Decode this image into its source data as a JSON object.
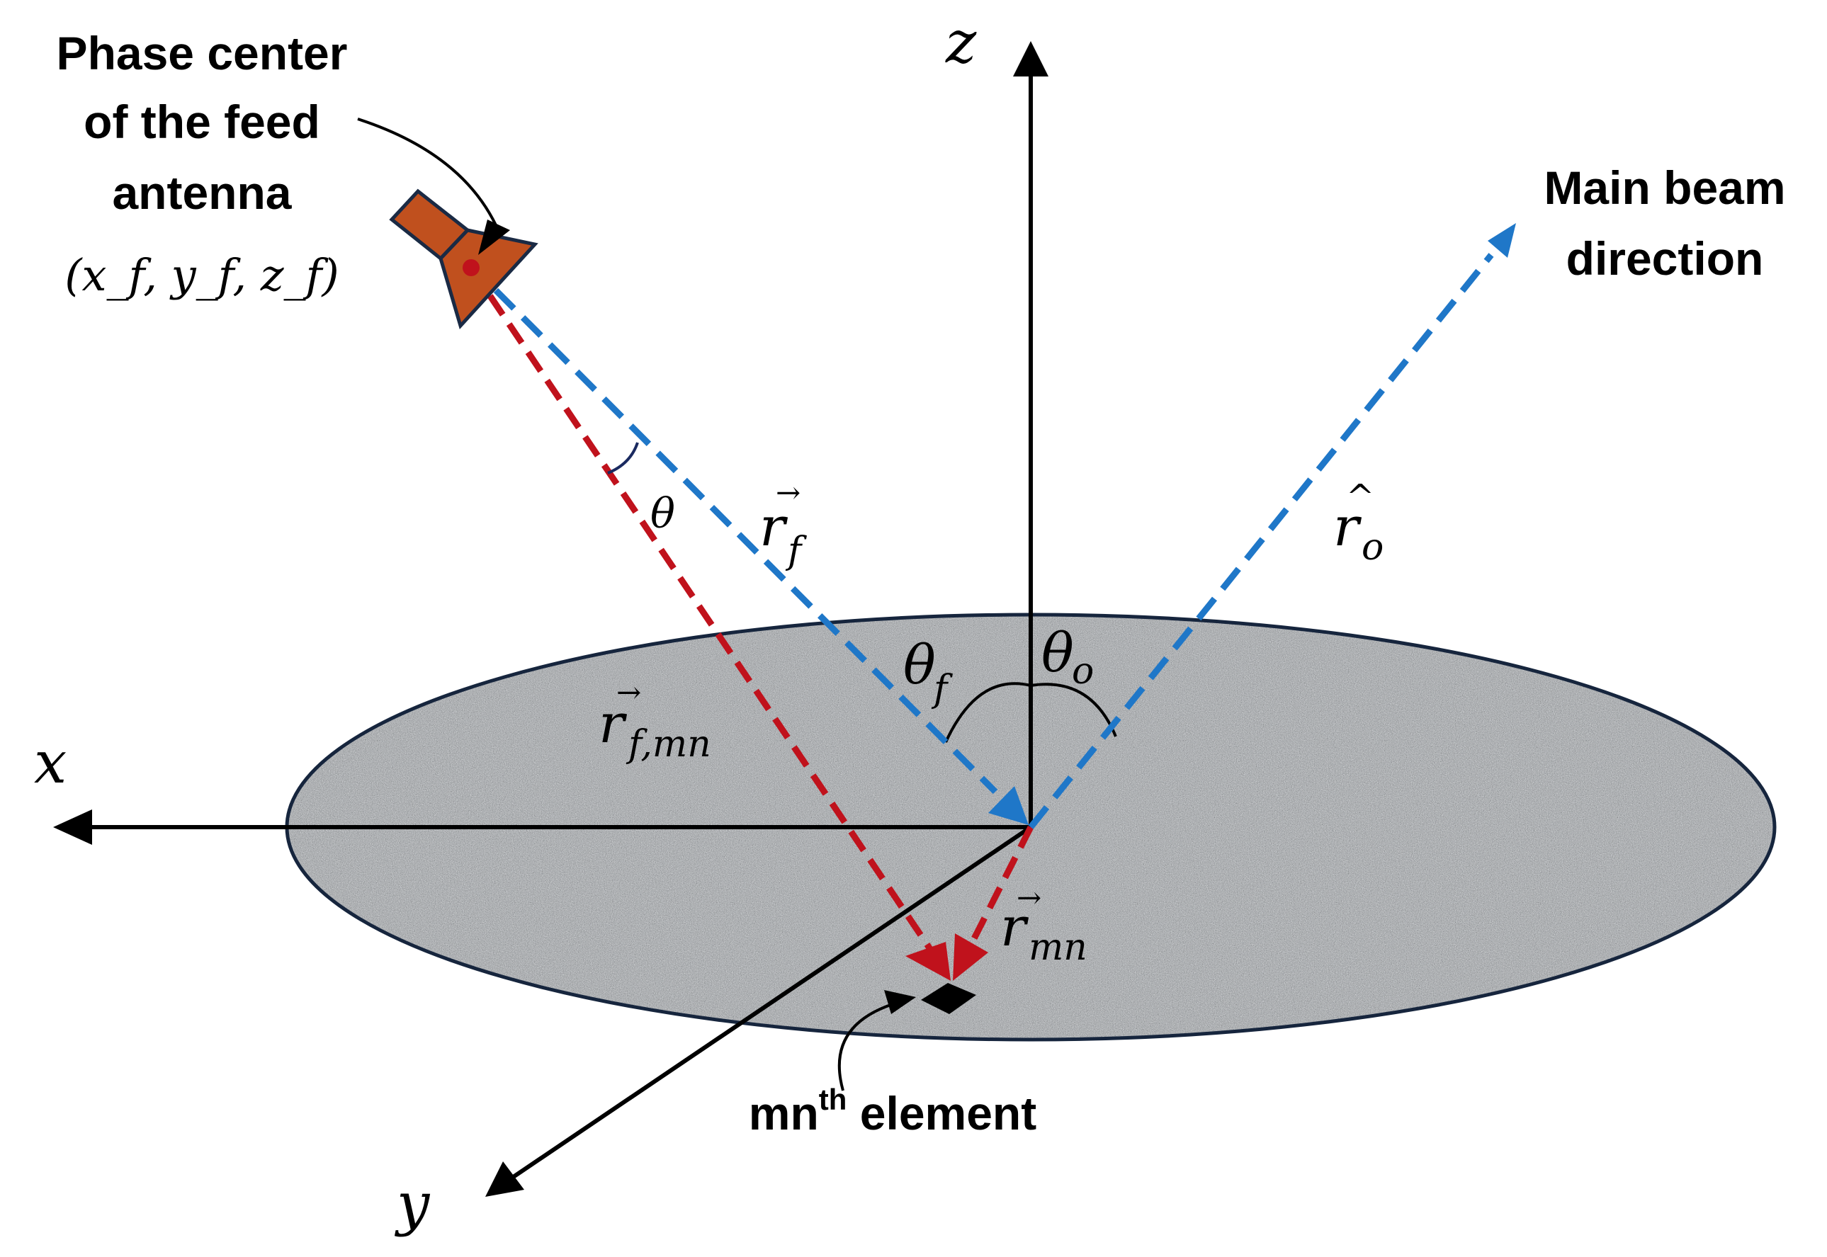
{
  "labels": {
    "feed_line1": "Phase center",
    "feed_line2": "of the feed",
    "feed_line3": "antenna",
    "feed_coords": "(x_f, y_f, z_f)",
    "beam_line1": "Main beam",
    "beam_line2": "direction",
    "element_pre": "mn",
    "element_sup": "th",
    "element_post": " element",
    "axis_x": "x",
    "axis_y": "y",
    "axis_z": "z",
    "theta": "θ",
    "r_f": "r",
    "r_f_sub": "f",
    "r_o": "r",
    "r_o_sub": "o",
    "r_fmn": "r",
    "r_fmn_sub": "f,mn",
    "r_mn": "r",
    "r_mn_sub": "mn",
    "theta_f": "θ",
    "theta_f_sub": "f",
    "theta_o": "θ",
    "theta_o_sub": "o"
  },
  "colors": {
    "red_dash": "#c0121c",
    "blue_dash": "#1f77c8",
    "feed_fill": "#c0501e",
    "feed_stroke": "#1a2a44",
    "surface_stroke": "#16253d",
    "axis": "#000000"
  }
}
